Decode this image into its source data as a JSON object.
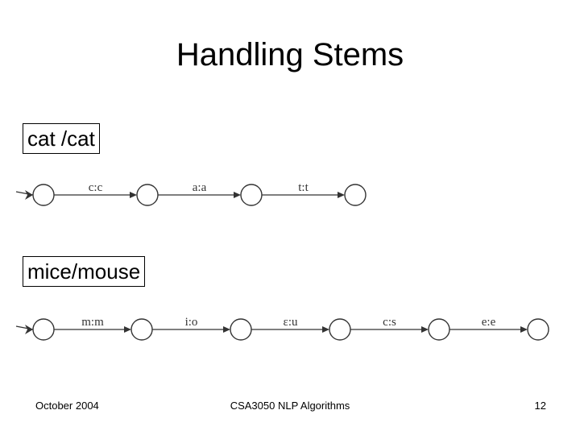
{
  "title": "Handling Stems",
  "example_1": {
    "label": "cat /cat",
    "arcs": [
      "c:c",
      "a:a",
      "t:t"
    ]
  },
  "example_2": {
    "label": "mice/mouse",
    "arcs": [
      "m:m",
      "i:o",
      "ε:u",
      "c:s",
      "e:e"
    ]
  },
  "footer": {
    "date": "October 2004",
    "course": "CSA3050 NLP Algorithms",
    "page": "12"
  },
  "colors": {
    "stroke": "#333333",
    "text": "#000000"
  }
}
